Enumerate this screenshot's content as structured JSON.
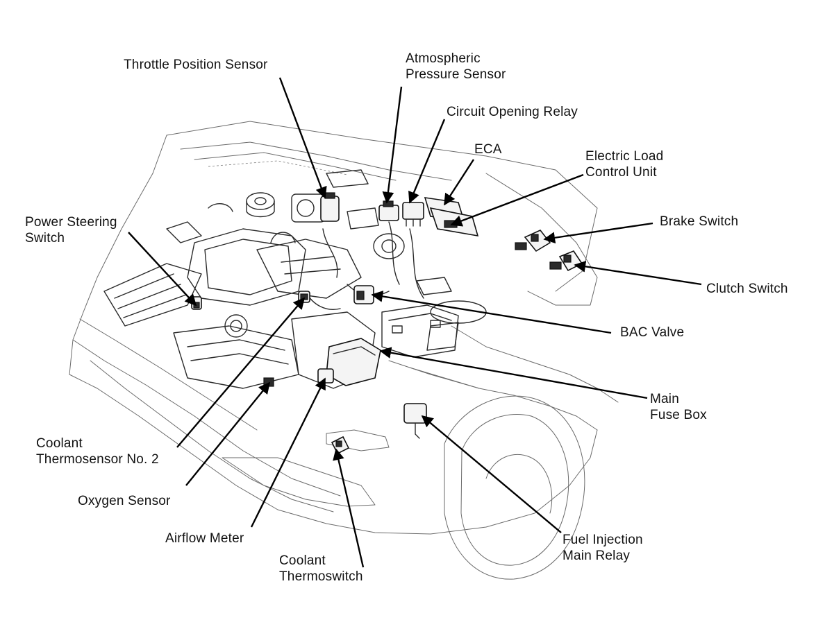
{
  "labels": {
    "throttle_position_sensor": "Throttle Position Sensor",
    "atmospheric_pressure_sensor": [
      "Atmospheric",
      "Pressure Sensor"
    ],
    "circuit_opening_relay": "Circuit Opening Relay",
    "eca": "ECA",
    "electric_load_control_unit": [
      "Electric Load",
      "Control Unit"
    ],
    "brake_switch": "Brake Switch",
    "clutch_switch": "Clutch Switch",
    "power_steering_switch": [
      "Power Steering",
      "Switch"
    ],
    "bac_valve": "BAC Valve",
    "main_fuse_box": [
      "Main",
      "Fuse Box"
    ],
    "coolant_thermosensor_no2": [
      "Coolant",
      "Thermosensor No. 2"
    ],
    "oxygen_sensor": "Oxygen Sensor",
    "airflow_meter": "Airflow Meter",
    "coolant_thermoswitch": [
      "Coolant",
      "Thermoswitch"
    ],
    "fuel_injection_main_relay": [
      "Fuel Injection",
      "Main Relay"
    ]
  }
}
